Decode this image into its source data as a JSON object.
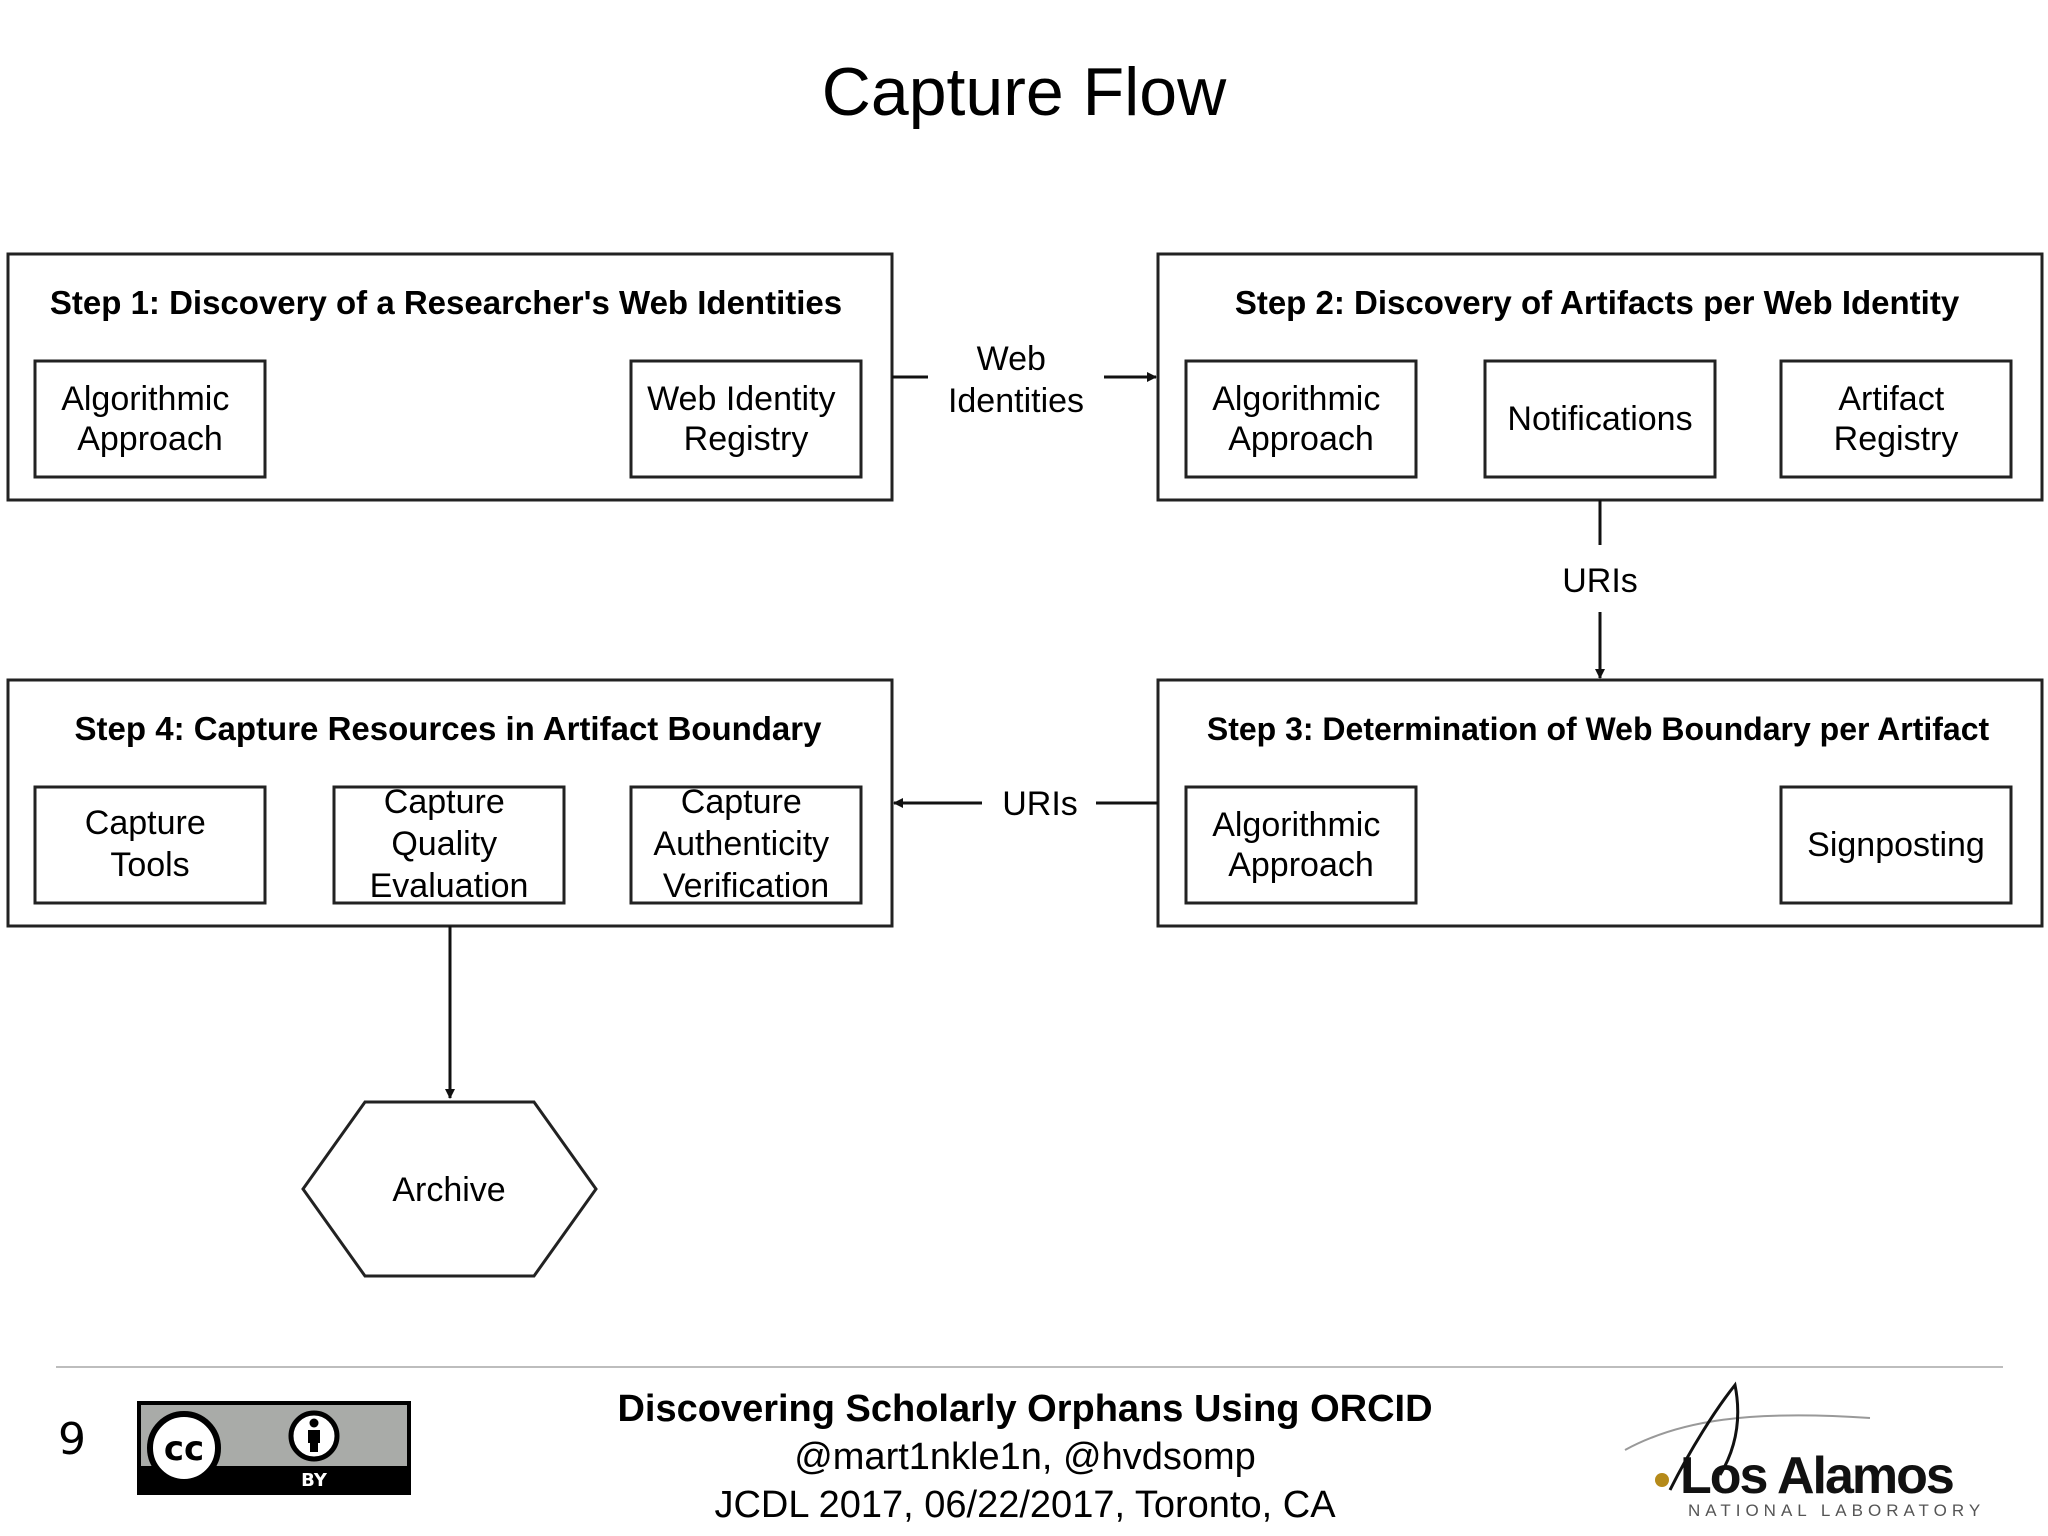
{
  "slide": {
    "title": "Capture Flow",
    "page_number": "9"
  },
  "diagram": {
    "step1": {
      "title": "Step 1: Discovery of a Researcher's Web Identities",
      "boxes": [
        {
          "line1": "Algorithmic",
          "line2": "Approach"
        },
        {
          "line1": "Web Identity",
          "line2": "Registry"
        }
      ]
    },
    "step2": {
      "title": "Step 2: Discovery of Artifacts per Web Identity",
      "boxes": [
        {
          "line1": "Algorithmic",
          "line2": "Approach"
        },
        {
          "line1": "Notifications"
        },
        {
          "line1": "Artifact",
          "line2": "Registry"
        }
      ]
    },
    "step3": {
      "title": "Step 3: Determination of Web Boundary per Artifact",
      "boxes": [
        {
          "line1": "Algorithmic",
          "line2": "Approach"
        },
        {
          "line1": "Signposting"
        }
      ]
    },
    "step4": {
      "title": "Step 4: Capture Resources in Artifact Boundary",
      "boxes": [
        {
          "line1": "Capture",
          "line2": "Tools"
        },
        {
          "line1": "Capture",
          "line2": "Quality",
          "line3": "Evaluation"
        },
        {
          "line1": "Capture",
          "line2": "Authenticity",
          "line3": "Verification"
        }
      ]
    },
    "edges": {
      "step1_to_step2": {
        "line1": "Web",
        "line2": "Identities"
      },
      "step2_to_step3": "URIs",
      "step3_to_step4": "URIs"
    },
    "archive_label": "Archive"
  },
  "footer": {
    "title": "Discovering Scholarly Orphans Using ORCID",
    "authors": "@mart1nkle1n, @hvdsomp",
    "venue": "JCDL 2017, 06/22/2017, Toronto, CA"
  },
  "license_badge": {
    "left": "cc",
    "right": "BY"
  },
  "logo": {
    "name": "Los Alamos",
    "subtitle": "NATIONAL LABORATORY"
  }
}
